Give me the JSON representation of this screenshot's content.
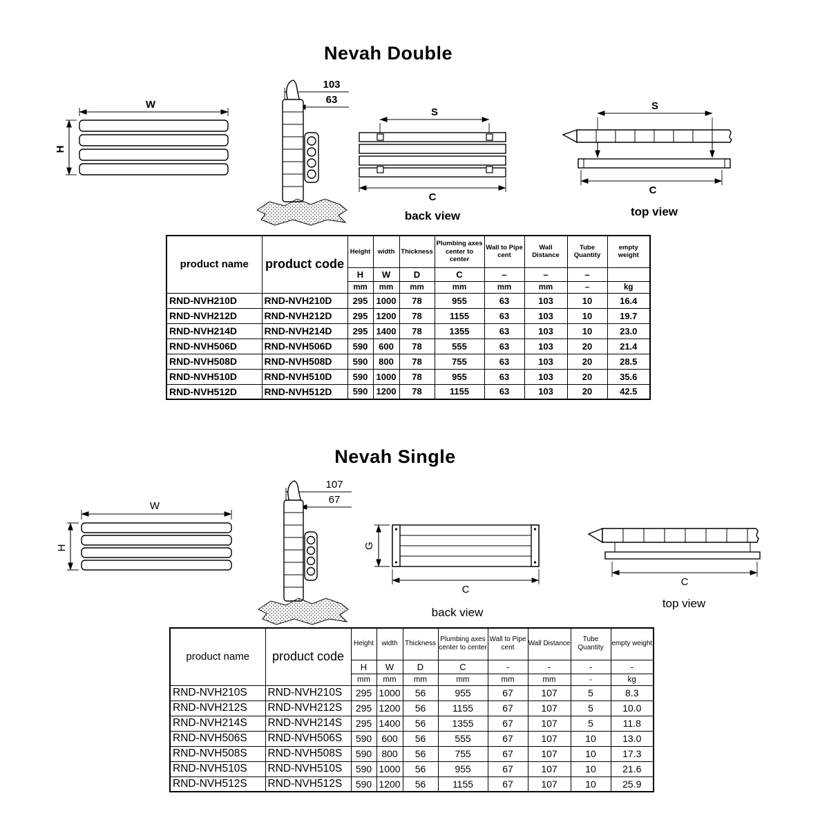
{
  "double": {
    "title": "Nevah Double",
    "drawings": {
      "front": {
        "w_label": "W",
        "h_label": "H"
      },
      "side": {
        "dim_outer": "103",
        "dim_inner": "63"
      },
      "back": {
        "s_label": "S",
        "c_label": "C",
        "caption": "back view"
      },
      "top": {
        "s_label": "S",
        "c_label": "C",
        "caption": "top view"
      }
    },
    "table": {
      "product_name_header": "product name",
      "product_code_header": "product code",
      "columns": [
        {
          "title": "Height",
          "symbol": "H",
          "unit": "mm"
        },
        {
          "title": "width",
          "symbol": "W",
          "unit": "mm"
        },
        {
          "title": "Thickness",
          "symbol": "D",
          "unit": "mm"
        },
        {
          "title": "Plumbing axes center to center",
          "symbol": "C",
          "unit": "mm"
        },
        {
          "title": "Wall to Pipe cent",
          "symbol": "–",
          "unit": "mm"
        },
        {
          "title": "Wall Distance",
          "symbol": "–",
          "unit": "mm"
        },
        {
          "title": "Tube Quantity",
          "symbol": "–",
          "unit": "–"
        },
        {
          "title": "empty weight",
          "symbol": "",
          "unit": "kg"
        }
      ],
      "rows": [
        [
          "RND-NVH210D",
          "RND-NVH210D",
          "295",
          "1000",
          "78",
          "955",
          "63",
          "103",
          "10",
          "16.4"
        ],
        [
          "RND-NVH212D",
          "RND-NVH212D",
          "295",
          "1200",
          "78",
          "1155",
          "63",
          "103",
          "10",
          "19.7"
        ],
        [
          "RND-NVH214D",
          "RND-NVH214D",
          "295",
          "1400",
          "78",
          "1355",
          "63",
          "103",
          "10",
          "23.0"
        ],
        [
          "RND-NVH506D",
          "RND-NVH506D",
          "590",
          "600",
          "78",
          "555",
          "63",
          "103",
          "20",
          "21.4"
        ],
        [
          "RND-NVH508D",
          "RND-NVH508D",
          "590",
          "800",
          "78",
          "755",
          "63",
          "103",
          "20",
          "28.5"
        ],
        [
          "RND-NVH510D",
          "RND-NVH510D",
          "590",
          "1000",
          "78",
          "955",
          "63",
          "103",
          "20",
          "35.6"
        ],
        [
          "RND-NVH512D",
          "RND-NVH512D",
          "590",
          "1200",
          "78",
          "1155",
          "63",
          "103",
          "20",
          "42.5"
        ]
      ]
    }
  },
  "single": {
    "title": "Nevah Single",
    "drawings": {
      "front": {
        "w_label": "W",
        "h_label": "H"
      },
      "side": {
        "dim_outer": "107",
        "dim_inner": "67"
      },
      "back": {
        "g_label": "G",
        "c_label": "C",
        "caption": "back view"
      },
      "top": {
        "c_label": "C",
        "caption": "top view"
      }
    },
    "table": {
      "product_name_header": "product name",
      "product_code_header": "product code",
      "columns": [
        {
          "title": "Height",
          "symbol": "H",
          "unit": "mm"
        },
        {
          "title": "width",
          "symbol": "W",
          "unit": "mm"
        },
        {
          "title": "Thickness",
          "symbol": "D",
          "unit": "mm"
        },
        {
          "title": "Plumbing axes center to center",
          "symbol": "C",
          "unit": "mm"
        },
        {
          "title": "Wall to Pipe cent",
          "symbol": "-",
          "unit": "mm"
        },
        {
          "title": "Wall Distance",
          "symbol": "-",
          "unit": "mm"
        },
        {
          "title": "Tube Quantity",
          "symbol": "-",
          "unit": "-"
        },
        {
          "title": "empty weight",
          "symbol": "-",
          "unit": "kg"
        }
      ],
      "rows": [
        [
          "RND-NVH210S",
          "RND-NVH210S",
          "295",
          "1000",
          "56",
          "955",
          "67",
          "107",
          "5",
          "8.3"
        ],
        [
          "RND-NVH212S",
          "RND-NVH212S",
          "295",
          "1200",
          "56",
          "1155",
          "67",
          "107",
          "5",
          "10.0"
        ],
        [
          "RND-NVH214S",
          "RND-NVH214S",
          "295",
          "1400",
          "56",
          "1355",
          "67",
          "107",
          "5",
          "11.8"
        ],
        [
          "RND-NVH506S",
          "RND-NVH506S",
          "590",
          "600",
          "56",
          "555",
          "67",
          "107",
          "10",
          "13.0"
        ],
        [
          "RND-NVH508S",
          "RND-NVH508S",
          "590",
          "800",
          "56",
          "755",
          "67",
          "107",
          "10",
          "17.3"
        ],
        [
          "RND-NVH510S",
          "RND-NVH510S",
          "590",
          "1000",
          "56",
          "955",
          "67",
          "107",
          "10",
          "21.6"
        ],
        [
          "RND-NVH512S",
          "RND-NVH512S",
          "590",
          "1200",
          "56",
          "1155",
          "67",
          "107",
          "10",
          "25.9"
        ]
      ]
    }
  }
}
